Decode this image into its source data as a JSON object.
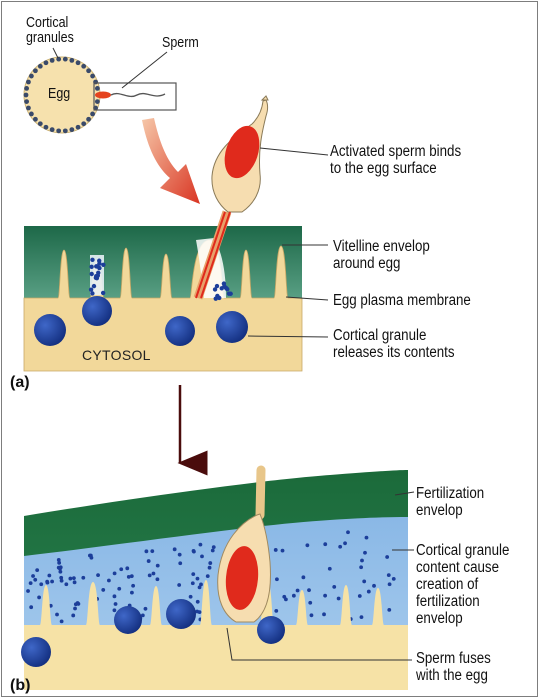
{
  "labels": {
    "cortical_granules": "Cortical\ngranules",
    "sperm": "Sperm",
    "egg": "Egg",
    "activated_sperm": "Activated sperm binds\nto the egg surface",
    "vitelline": "Vitelline envelop\naround egg",
    "plasma_membrane": "Egg plasma membrane",
    "cortical_releases": "Cortical granule\nreleases its contents",
    "cytosol": "CYTOSOL",
    "panel_a": "(a)",
    "panel_b": "(b)",
    "fertilization_envelop": "Fertilization\nenvelop",
    "granule_content": "Cortical granule\ncontent cause\ncreation of\nfertilization\nenvelop",
    "sperm_fuses": "Sperm fuses\nwith the egg"
  },
  "colors": {
    "cytoplasm": "#f3dc9c",
    "vitelline_green": "#1f6b4a",
    "vitelline_light": "#b7d8cc",
    "granule_blue": "#1c3e9a",
    "content_blue": "#8fbde8",
    "sperm_red": "#e52a1a",
    "fertilization_green": "#1e6b3c",
    "arrow_red": "#e0412b",
    "arrow_dark": "#5a1010"
  }
}
